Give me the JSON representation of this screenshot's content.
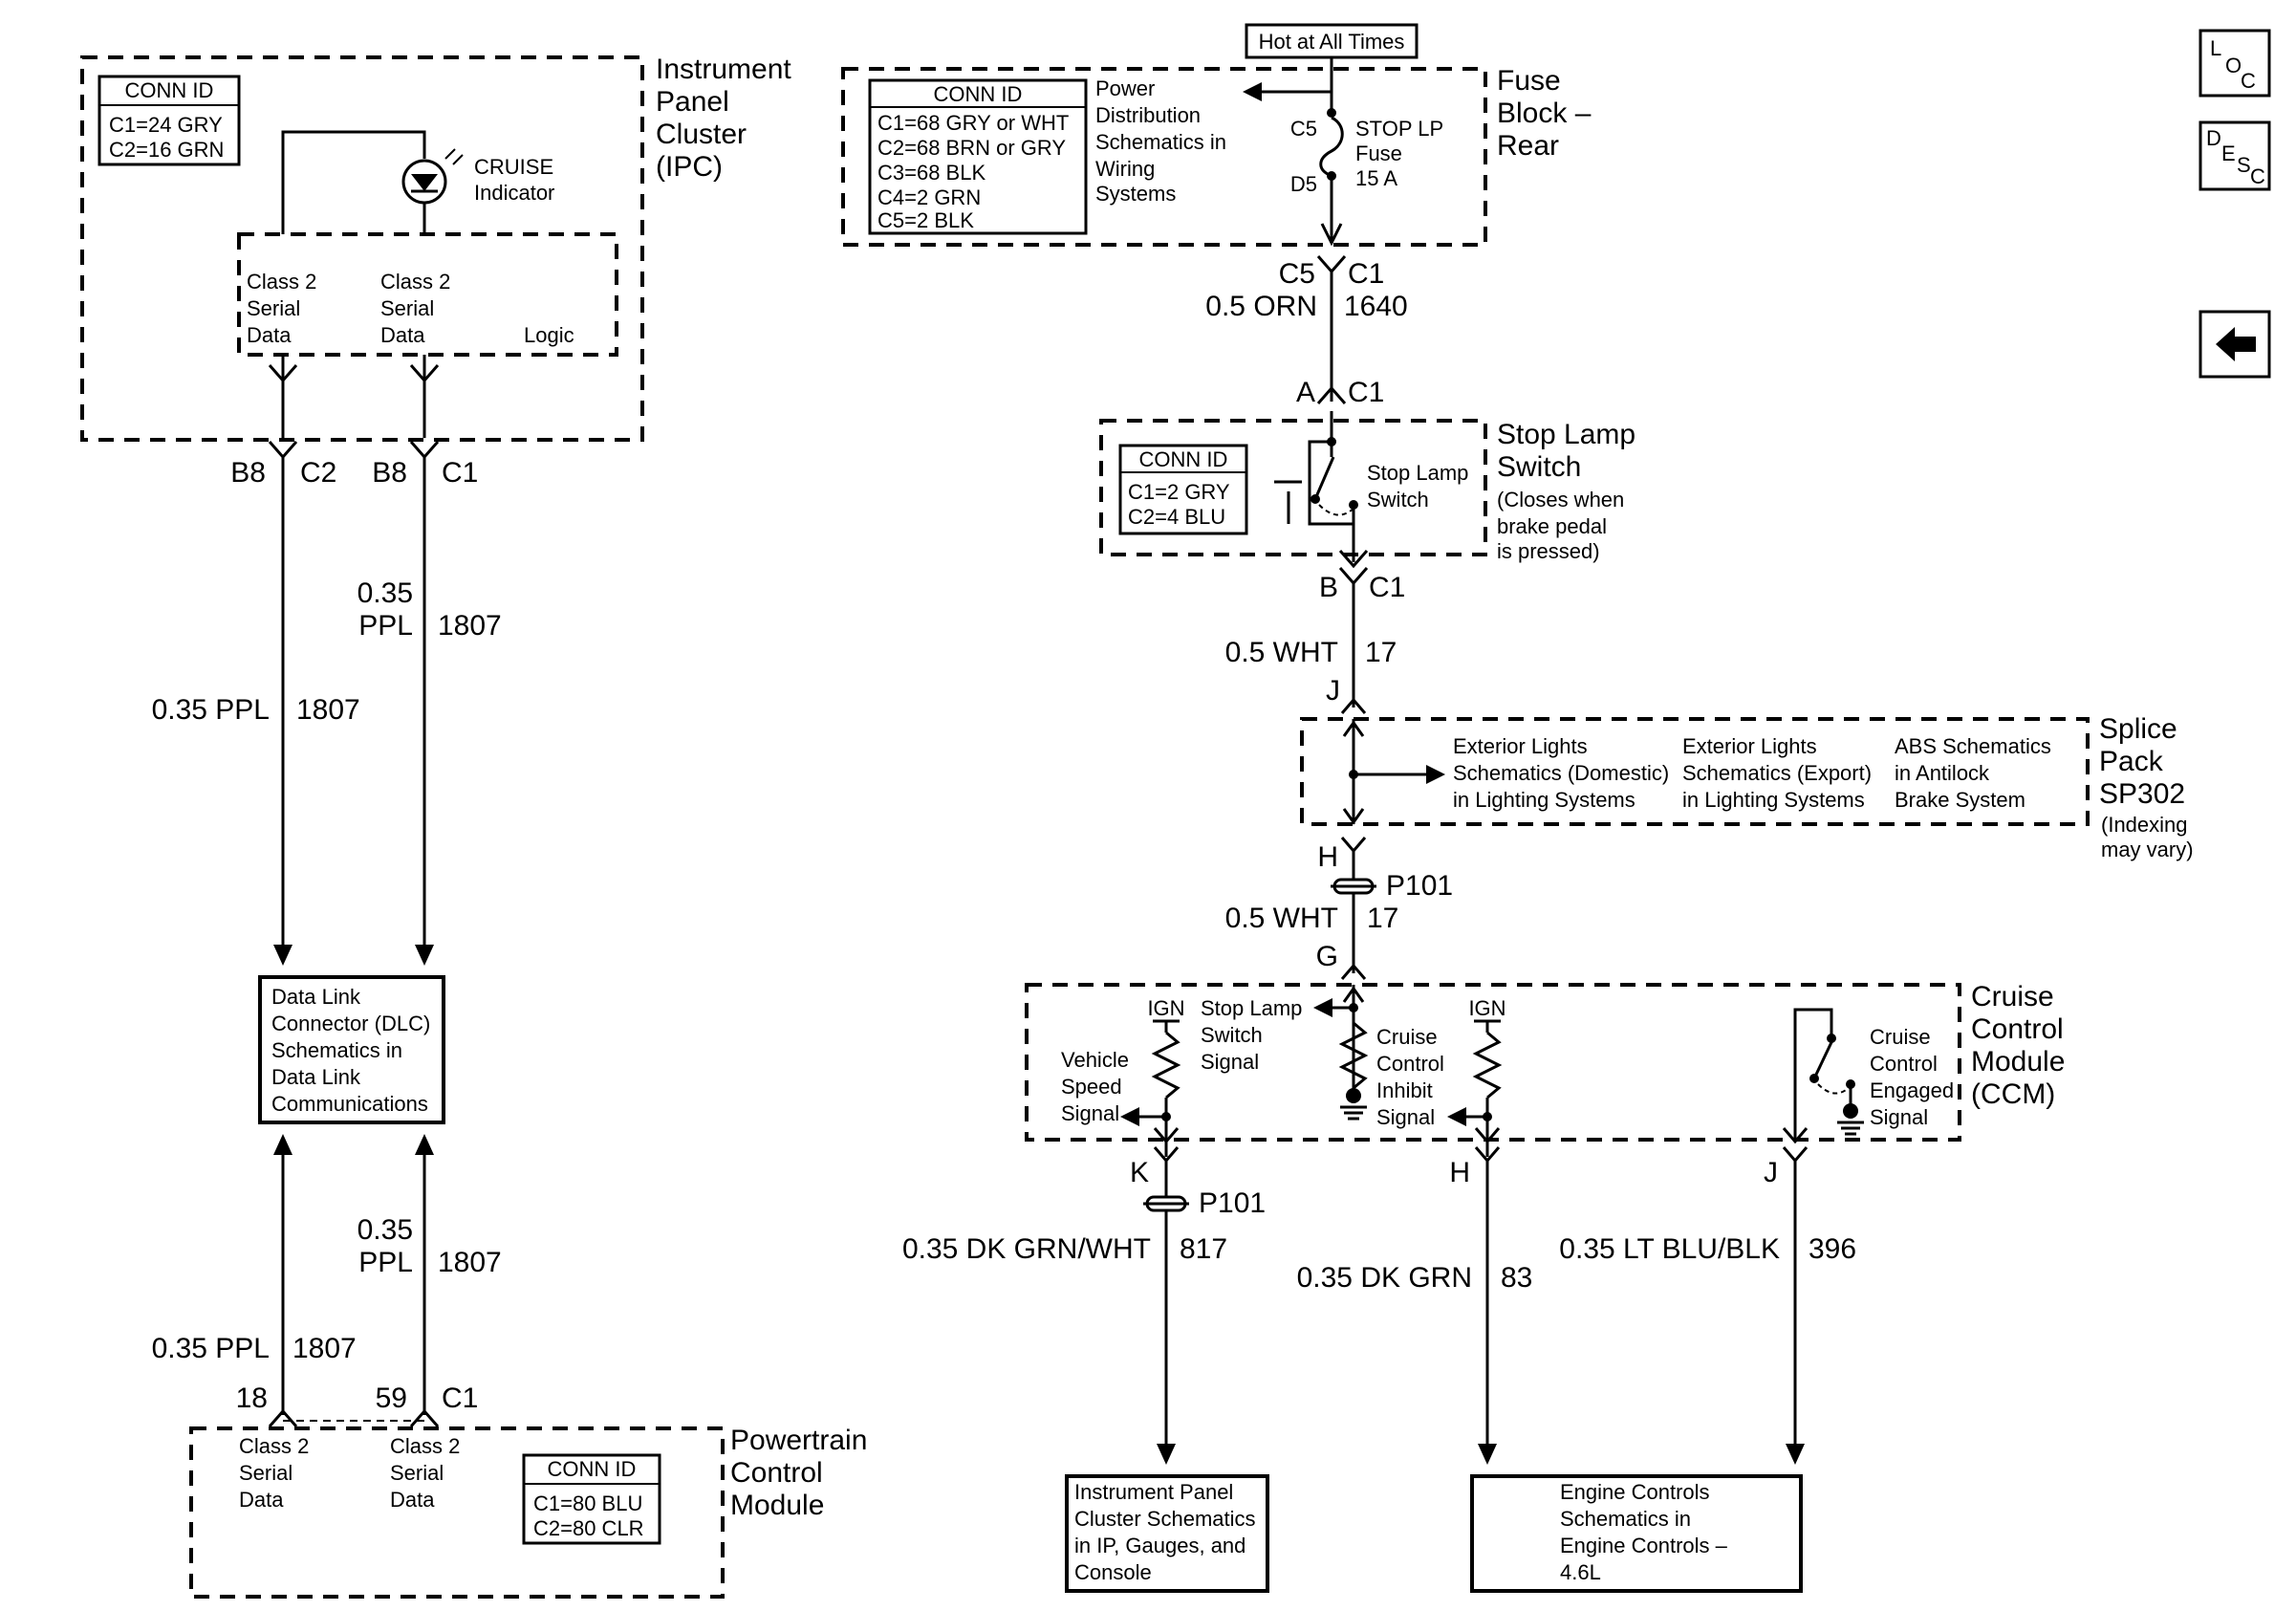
{
  "header": {
    "hot_label": "Hot at All Times"
  },
  "nav": {
    "loc": {
      "a": "L",
      "b": "O",
      "c": "C"
    },
    "desc": {
      "a": "D",
      "b": "E",
      "c": "S",
      "d": "C"
    }
  },
  "ipc": {
    "title_l1": "Instrument",
    "title_l2": "Panel",
    "title_l3": "Cluster",
    "title_l4": "(IPC)",
    "conn_title": "CONN ID",
    "conn_c1": "C1=24 GRY",
    "conn_c2": "C2=16 GRN",
    "indicator_l1": "CRUISE",
    "indicator_l2": "Indicator",
    "data1_l1": "Class 2",
    "data1_l2": "Serial",
    "data1_l3": "Data",
    "data2_l1": "Class 2",
    "data2_l2": "Serial",
    "data2_l3": "Data",
    "logic": "Logic",
    "pin1": "B8",
    "conn1": "C2",
    "pin2": "B8",
    "conn2": "C1"
  },
  "wires_left": {
    "upper_left_gauge": "0.35 PPL",
    "upper_left_circuit": "1807",
    "upper_right_gauge_l1": "0.35",
    "upper_right_gauge_l2": "PPL",
    "upper_right_circuit": "1807",
    "lower_left_gauge": "0.35 PPL",
    "lower_left_circuit": "1807",
    "lower_right_gauge_l1": "0.35",
    "lower_right_gauge_l2": "PPL",
    "lower_right_circuit": "1807"
  },
  "dlc": {
    "l1": "Data Link",
    "l2": "Connector (DLC)",
    "l3": "Schematics in",
    "l4": "Data Link",
    "l5": "Communications"
  },
  "pcm": {
    "pin1": "18",
    "pin2": "59",
    "conn": "C1",
    "title_l1": "Powertrain",
    "title_l2": "Control",
    "title_l3": "Module",
    "data1_l1": "Class 2",
    "data1_l2": "Serial",
    "data1_l3": "Data",
    "data2_l1": "Class 2",
    "data2_l2": "Serial",
    "data2_l3": "Data",
    "conn_title": "CONN ID",
    "conn_c1": "C1=80 BLU",
    "conn_c2": "C2=80 CLR"
  },
  "fuse_block": {
    "title_l1": "Fuse",
    "title_l2": "Block –",
    "title_l3": "Rear",
    "conn_title": "CONN ID",
    "conn_c1": "C1=68 GRY or WHT",
    "conn_c2": "C2=68 BRN or GRY",
    "conn_c3": "C3=68 BLK",
    "conn_c4": "C4=2 GRN",
    "conn_c5": "C5=2 BLK",
    "power_l1": "Power",
    "power_l2": "Distribution",
    "power_l3": "Schematics in",
    "power_l4": "Wiring",
    "power_l5": "Systems",
    "term_top": "C5",
    "term_bottom": "D5",
    "fuse_l1": "STOP LP",
    "fuse_l2": "Fuse",
    "fuse_l3": "15 A",
    "out_pin": "C5",
    "out_conn": "C1"
  },
  "wire_orn": {
    "gauge": "0.5 ORN",
    "circuit": "1640"
  },
  "stop_lamp_switch": {
    "pin_in": "A",
    "conn_in": "C1",
    "title_l1": "Stop Lamp",
    "title_l2": "Switch",
    "note_l1": "(Closes when",
    "note_l2": "brake pedal",
    "note_l3": "is pressed)",
    "conn_title": "CONN ID",
    "conn_c1": "C1=2 GRY",
    "conn_c2": "C2=4 BLU",
    "label_l1": "Stop Lamp",
    "label_l2": "Switch",
    "pin_out": "B",
    "conn_out": "C1"
  },
  "wire_wht_upper": {
    "gauge": "0.5 WHT",
    "circuit": "17",
    "pin": "J"
  },
  "splice_pack": {
    "title_l1": "Splice",
    "title_l2": "Pack",
    "title_l3": "SP302",
    "note_l1": "(Indexing",
    "note_l2": "may vary)",
    "dest1_l1": "Exterior Lights",
    "dest1_l2": "Schematics (Domestic)",
    "dest1_l3": "in Lighting Systems",
    "dest2_l1": "Exterior Lights",
    "dest2_l2": "Schematics (Export)",
    "dest2_l3": "in Lighting Systems",
    "dest3_l1": "ABS Schematics",
    "dest3_l2": "in Antilock",
    "dest3_l3": "Brake System",
    "pin_out": "H"
  },
  "p101_upper": {
    "label": "P101"
  },
  "wire_wht_lower": {
    "gauge": "0.5 WHT",
    "circuit": "17",
    "pin": "G"
  },
  "ccm": {
    "title_l1": "Cruise",
    "title_l2": "Control",
    "title_l3": "Module",
    "title_l4": "(CCM)",
    "ign1": "IGN",
    "ign2": "IGN",
    "vss_l1": "Vehicle",
    "vss_l2": "Speed",
    "vss_l3": "Signal",
    "sls_l1": "Stop Lamp",
    "sls_l2": "Switch",
    "sls_l3": "Signal",
    "inh_l1": "Cruise",
    "inh_l2": "Control",
    "inh_l3": "Inhibit",
    "inh_l4": "Signal",
    "eng_l1": "Cruise",
    "eng_l2": "Control",
    "eng_l3": "Engaged",
    "eng_l4": "Signal",
    "pin_k": "K",
    "pin_h": "H",
    "pin_j": "J"
  },
  "p101_lower": {
    "label": "P101"
  },
  "wire_817": {
    "gauge": "0.35 DK GRN/WHT",
    "circuit": "817"
  },
  "wire_83": {
    "gauge": "0.35 DK GRN",
    "circuit": "83"
  },
  "wire_396": {
    "gauge": "0.35 LT BLU/BLK",
    "circuit": "396"
  },
  "ipc_dest": {
    "l1": "Instrument Panel",
    "l2": "Cluster Schematics",
    "l3": "in IP, Gauges, and",
    "l4": "Console"
  },
  "engine_dest": {
    "l1": "Engine Controls",
    "l2": "Schematics in",
    "l3": "Engine Controls –",
    "l4": "4.6L"
  }
}
